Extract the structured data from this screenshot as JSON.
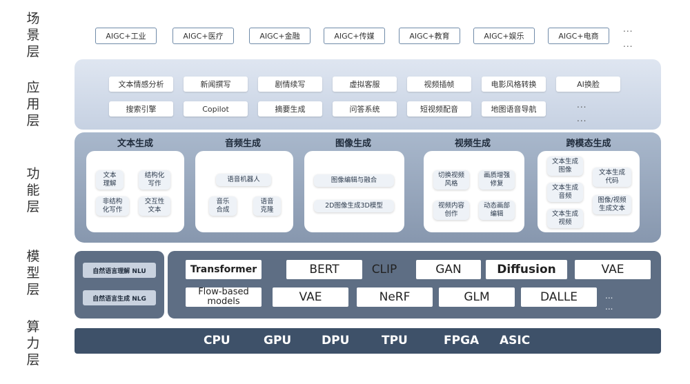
{
  "layers": {
    "scene": [
      "场",
      "景",
      "层"
    ],
    "app": [
      "应",
      "用",
      "层"
    ],
    "function": [
      "功",
      "能",
      "层"
    ],
    "model": [
      "模",
      "型",
      "层"
    ],
    "compute": [
      "算",
      "力",
      "层"
    ]
  },
  "scene": {
    "items": [
      "AIGC+工业",
      "AIGC+医疗",
      "AIGC+金融",
      "AIGC+传媒",
      "AIGC+教育",
      "AIGC+娱乐",
      "AIGC+电商"
    ],
    "more": "...",
    "more2": "..."
  },
  "app": {
    "row1": [
      "文本情感分析",
      "新闻撰写",
      "剧情续写",
      "虚拟客服",
      "视频插帧",
      "电影风格转换",
      "AI换脸"
    ],
    "row2": [
      "搜索引擎",
      "Copilot",
      "摘要生成",
      "问答系统",
      "短视频配音",
      "地图语音导航"
    ],
    "more": "...",
    "more2": "..."
  },
  "function": {
    "text": {
      "title": "文本生成",
      "items": [
        "文本\n理解",
        "结构化\n写作",
        "非结构\n化写作",
        "交互性\n文本"
      ]
    },
    "audio": {
      "title": "音频生成",
      "items": [
        "语音机器人",
        "音乐\n合成",
        "语音\n克隆"
      ]
    },
    "image": {
      "title": "图像生成",
      "items": [
        "图像编辑与融合",
        "2D图像生成3D模型"
      ]
    },
    "video": {
      "title": "视频生成",
      "items": [
        "切换视频\n风格",
        "画质增强\n修复",
        "视频内容\n创作",
        "动态画部\n编辑"
      ]
    },
    "cross": {
      "title": "跨模态生成",
      "items": [
        "文本生成\n图像",
        "文本生成\n代码",
        "文本生成\n音频",
        "图像/视频\n生成文本",
        "文本生成\n视频"
      ]
    }
  },
  "model": {
    "nlu": "自然语言理解 NLU",
    "nlg": "自然语言生成 NLG",
    "row1": [
      "Transformer",
      "BERT",
      "CLIP",
      "GAN",
      "Diffusion",
      "VAE"
    ],
    "row2": [
      "Flow-based\nmodels",
      "VAE",
      "NeRF",
      "GLM",
      "DALLE"
    ],
    "more": "...",
    "more2": "..."
  },
  "compute": {
    "items": [
      "CPU",
      "GPU",
      "DPU",
      "TPU",
      "FPGA",
      "ASIC"
    ]
  },
  "colors": {
    "scene_border": "#6f8aa8",
    "app_panel": "#d3dcea",
    "func_panel": "#98a8bd",
    "model_panel": "#5e6e84",
    "compute_panel": "#3e5169"
  }
}
